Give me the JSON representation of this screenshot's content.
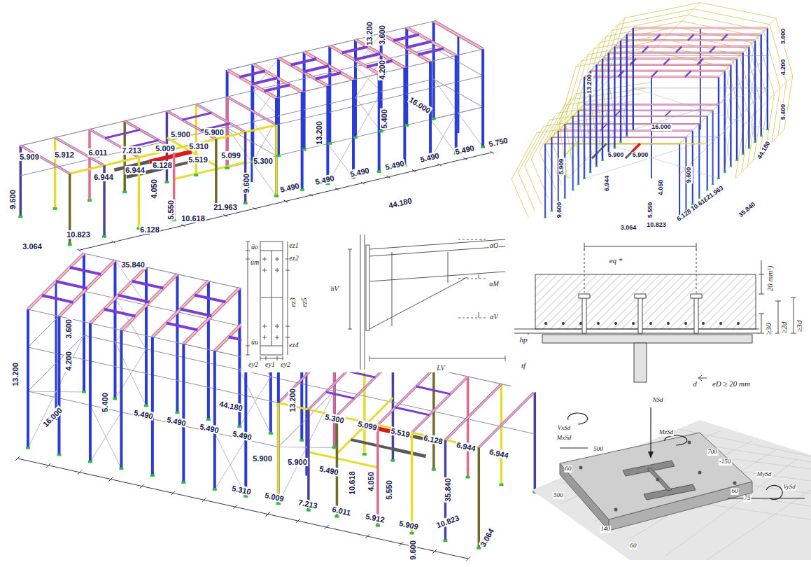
{
  "diagram": {
    "labels": [
      "5.909",
      "5.912",
      "6.011",
      "7.213",
      "5.009",
      "5.310",
      "9.600",
      "6.944",
      "6.944",
      "5.900",
      "5.900",
      "6.128",
      "5.519",
      "5.099",
      "5.300",
      "4.050",
      "5.550",
      "6.128",
      "10.618",
      "21.963",
      "10.823",
      "3.064",
      "35.840",
      "9.600",
      "13.200",
      "13.200",
      "3.600",
      "4.200",
      "5.400",
      "16.000",
      "5.490",
      "5.490",
      "5.490",
      "5.490",
      "5.490",
      "5.490",
      "5.750",
      "44.180",
      "13.200",
      "3.600",
      "4.200",
      "5.400",
      "16.000",
      "5.900",
      "5.900",
      "5.909",
      "6.944",
      "4.050",
      "5.550",
      "9.600",
      "9.600",
      "3.064",
      "10.823",
      "6.128",
      "10.618",
      "21.963",
      "35.840",
      "44.180",
      "13.200",
      "16.000",
      "3.600",
      "4.200",
      "5.400",
      "5.490",
      "5.490",
      "5.490",
      "5.490",
      "44.180",
      "13.200",
      "5.490",
      "5.300",
      "5.099",
      "5.519",
      "6.128",
      "6.944",
      "6.944",
      "5.900",
      "5.900",
      "5.310",
      "5.009",
      "7.213",
      "6.011",
      "5.912",
      "5.909",
      "10.618",
      "4.050",
      "5.550",
      "35.840",
      "10.823",
      "3.064",
      "9.600",
      "üo",
      "üm",
      "üu",
      "ez1",
      "ez2",
      "ez3",
      "ez5",
      "ez4",
      "ey2",
      "ey1",
      "ey2",
      "αO",
      "αM",
      "αV",
      "hV",
      "LV",
      "eq *",
      "20 mm¹)",
      "≥30",
      "≥2d",
      "≥3d",
      "hp",
      "tf",
      "d",
      "eD ≥ 20 mm",
      "NSd",
      "VxSd",
      "MxSd",
      "MzSd",
      "500",
      "700",
      "-150",
      "60",
      "500",
      "60",
      "75",
      "140",
      "60",
      "MySd",
      "VySd"
    ]
  }
}
